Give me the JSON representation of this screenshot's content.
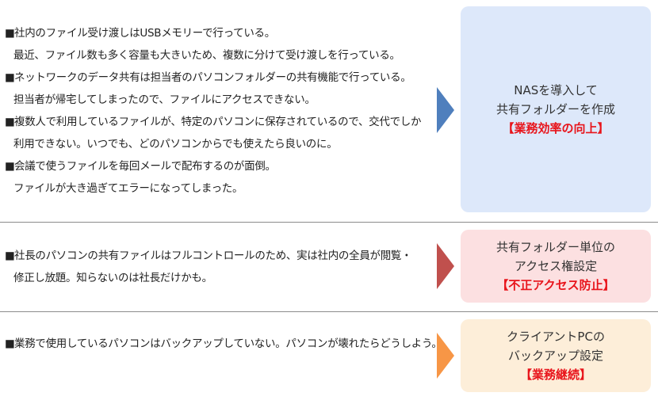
{
  "sections": [
    {
      "lines": [
        {
          "text": "社内のファイル受け渡しはUSBメモリーで行っている。",
          "bullet": true
        },
        {
          "text": "最近、ファイル数も多く容量も大きいため、複数に分けて受け渡しを行っている。",
          "bullet": false
        },
        {
          "text": "ネットワークのデータ共有は担当者のパソコンフォルダーの共有機能で行っている。",
          "bullet": true
        },
        {
          "text": "担当者が帰宅してしまったので、ファイルにアクセスできない。",
          "bullet": false
        },
        {
          "text": "複数人で利用しているファイルが、特定のパソコンに保存されているので、交代でしか",
          "bullet": true
        },
        {
          "text": "利用できない。いつでも、どのパソコンからでも使えたら良いのに。",
          "bullet": false
        },
        {
          "text": "会議で使うファイルを毎回メールで配布するのが面倒。",
          "bullet": true
        },
        {
          "text": "ファイルが大き過ぎてエラーになってしまった。",
          "bullet": false
        }
      ],
      "solution": {
        "line1": "NASを導入して",
        "line2": "共有フォルダーを作成",
        "highlight": "【業務効率の向上】"
      },
      "arrow_color": "#4f7fbd",
      "box_color": "#dde8fa"
    },
    {
      "lines": [
        {
          "text": "社長のパソコンの共有ファイルはフルコントロールのため、実は社内の全員が閲覧・",
          "bullet": true
        },
        {
          "text": "修正し放題。知らないのは社長だけかも。",
          "bullet": false
        }
      ],
      "solution": {
        "line1": "共有フォルダー単位の",
        "line2": "アクセス権設定",
        "highlight": "【不正アクセス防止】"
      },
      "arrow_color": "#c0504d",
      "box_color": "#fce0e1"
    },
    {
      "lines": [
        {
          "text": "業務で使用しているパソコンはバックアップしていない。パソコンが壊れたらどうしよう。",
          "bullet": true
        }
      ],
      "solution": {
        "line1": "クライアントPCの",
        "line2": "バックアップ設定",
        "highlight": "【業務継続】"
      },
      "arrow_color": "#f79646",
      "box_color": "#fdeed9"
    }
  ],
  "bullet_glyph": "■",
  "highlight_color": "#e8141b"
}
